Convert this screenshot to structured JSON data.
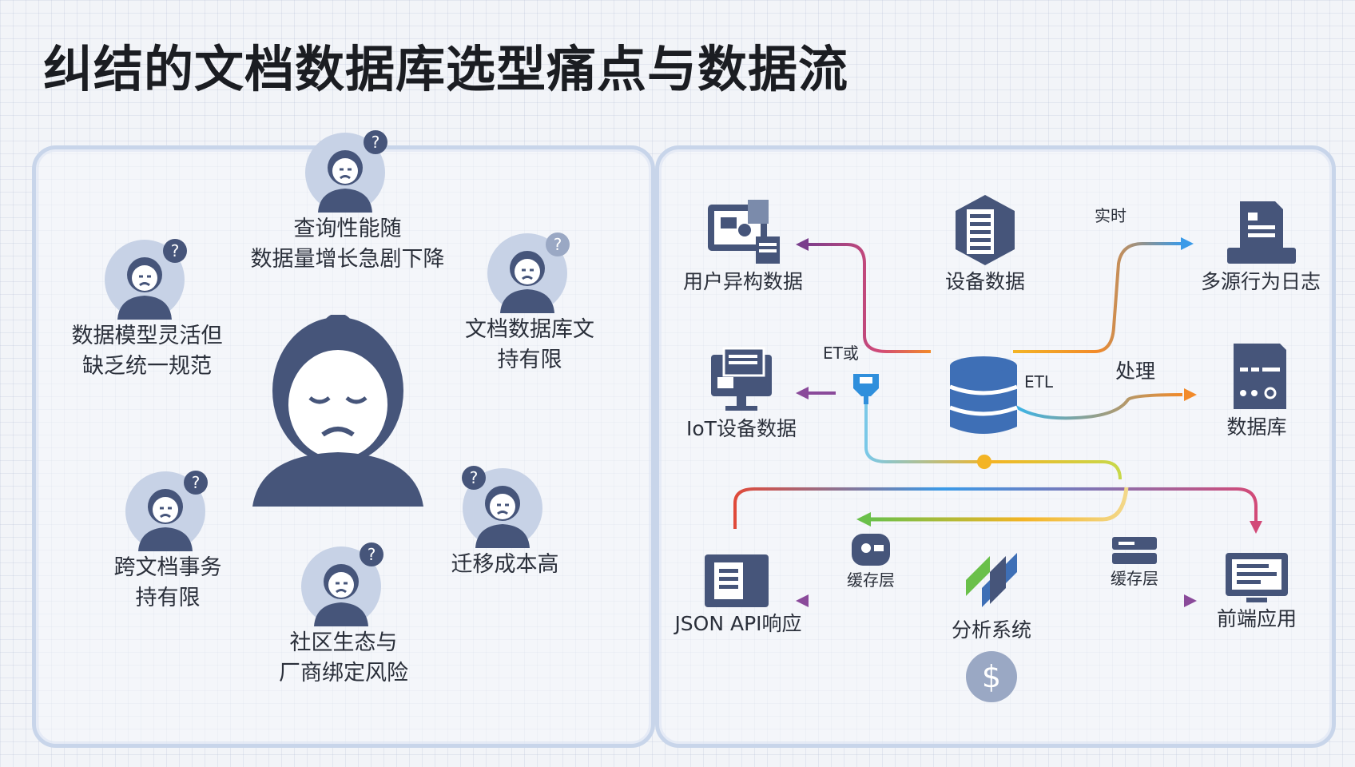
{
  "title": "纠结的文档数据库选型痛点与数据流",
  "left": {
    "pains": [
      {
        "label": "查询性能随\n数据量增长急剧下降"
      },
      {
        "label": "数据模型灵活但\n缺乏统一规范"
      },
      {
        "label": "文档数据库文\n持有限"
      },
      {
        "label": "跨文档事务\n持有限"
      },
      {
        "label": "迁移成本高"
      },
      {
        "label": "社区生态与\n厂商绑定风险"
      }
    ]
  },
  "right": {
    "nodes": {
      "user_data": "用户异构数据",
      "device_data": "设备数据",
      "multi_log": "多源行为日志",
      "iot_data": "IoT设备数据",
      "etl_or": "ET或",
      "etl": "ETL",
      "batch": "处理",
      "batch_target": "数据库",
      "realtime": "实时",
      "json_api": "JSON API响应",
      "cache1": "缓存层",
      "analytics": "分析系统",
      "cache2": "缓存层",
      "frontend": "前端应用"
    },
    "colors": {
      "icon": "#46557a",
      "database": "#3e6fb6",
      "accent_yellow": "#f3b425",
      "accent_orange": "#f28a2a",
      "accent_blue": "#3a9ae8",
      "accent_purple": "#8a4a9a",
      "accent_pink": "#d24a78"
    }
  }
}
